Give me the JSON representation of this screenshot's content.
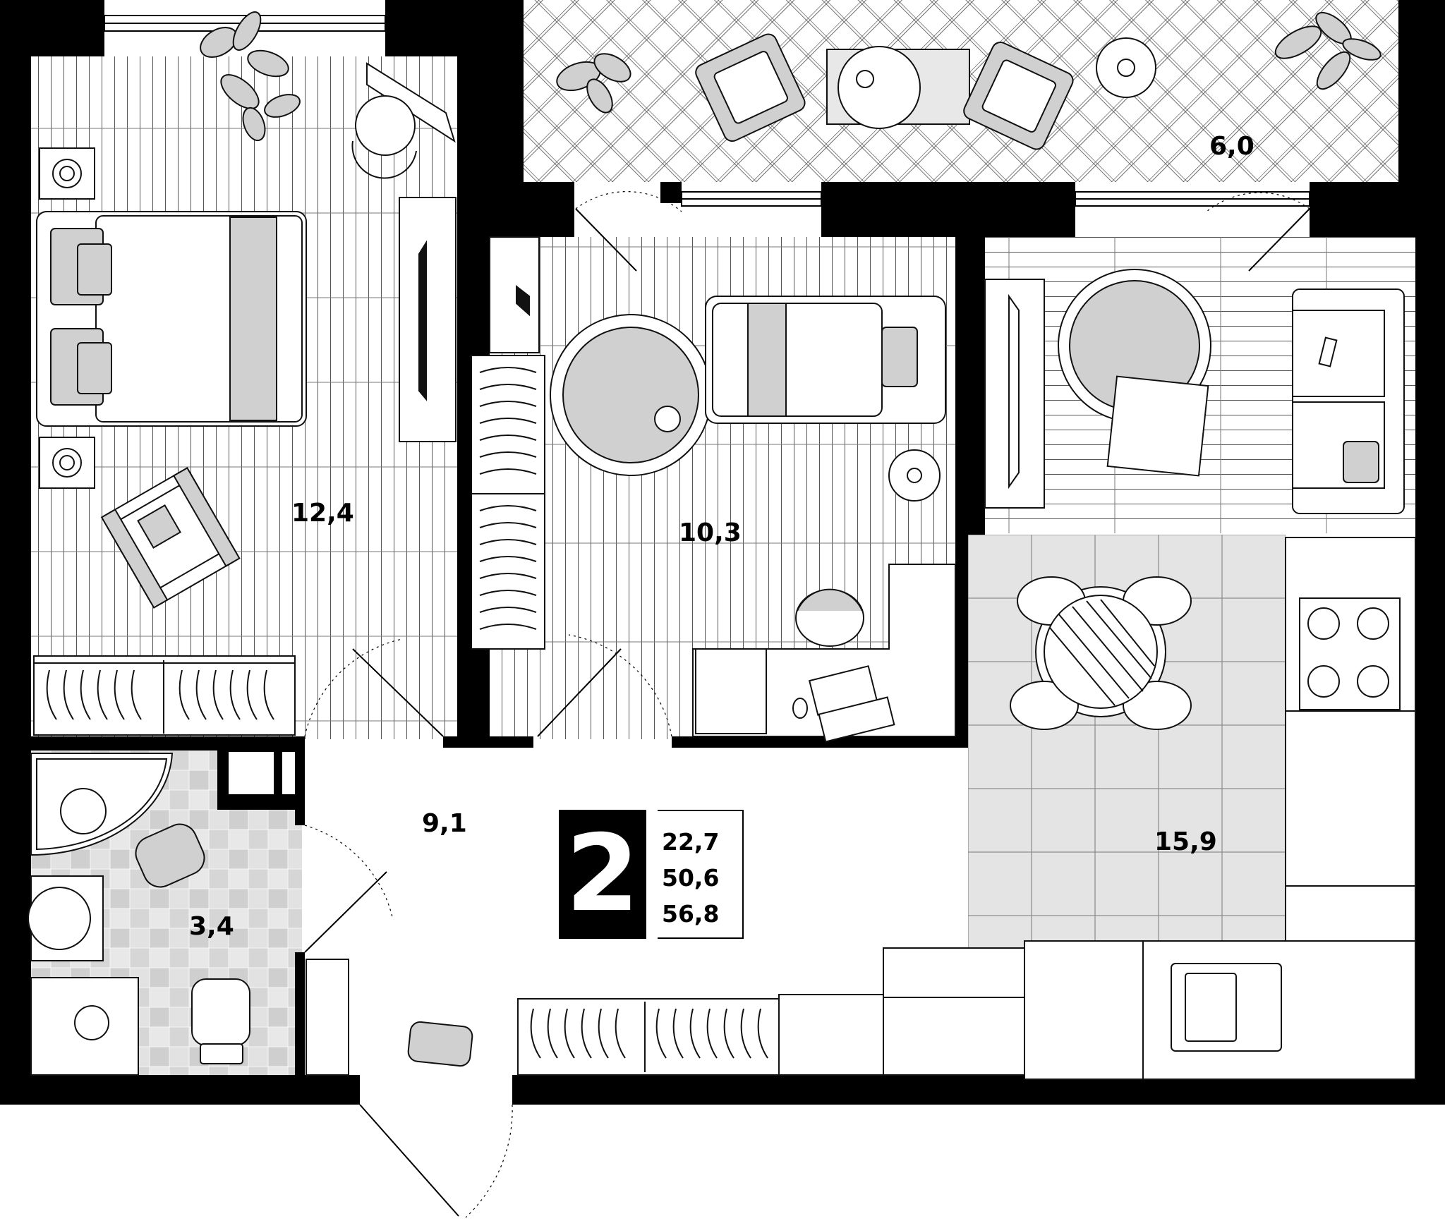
{
  "plan": {
    "colors": {
      "wall": "#000000",
      "floor_tile": "#e4e4e4",
      "bath_tile_light": "#e6e6e6",
      "bath_tile_dark": "#c9c9c9",
      "rug": "#d0d0d0",
      "line": "#111111"
    },
    "rooms": [
      {
        "id": "bedroom-large",
        "area": "12,4"
      },
      {
        "id": "balcony",
        "area": "6,0"
      },
      {
        "id": "bedroom-kids",
        "area": "10,3"
      },
      {
        "id": "hallway",
        "area": "9,1"
      },
      {
        "id": "kitchen-living",
        "area": "15,9"
      },
      {
        "id": "bathroom",
        "area": "3,4"
      }
    ],
    "summary": {
      "room_count": "2",
      "living_area": "22,7",
      "area_without_balcony": "50,6",
      "total_area": "56,8"
    }
  }
}
